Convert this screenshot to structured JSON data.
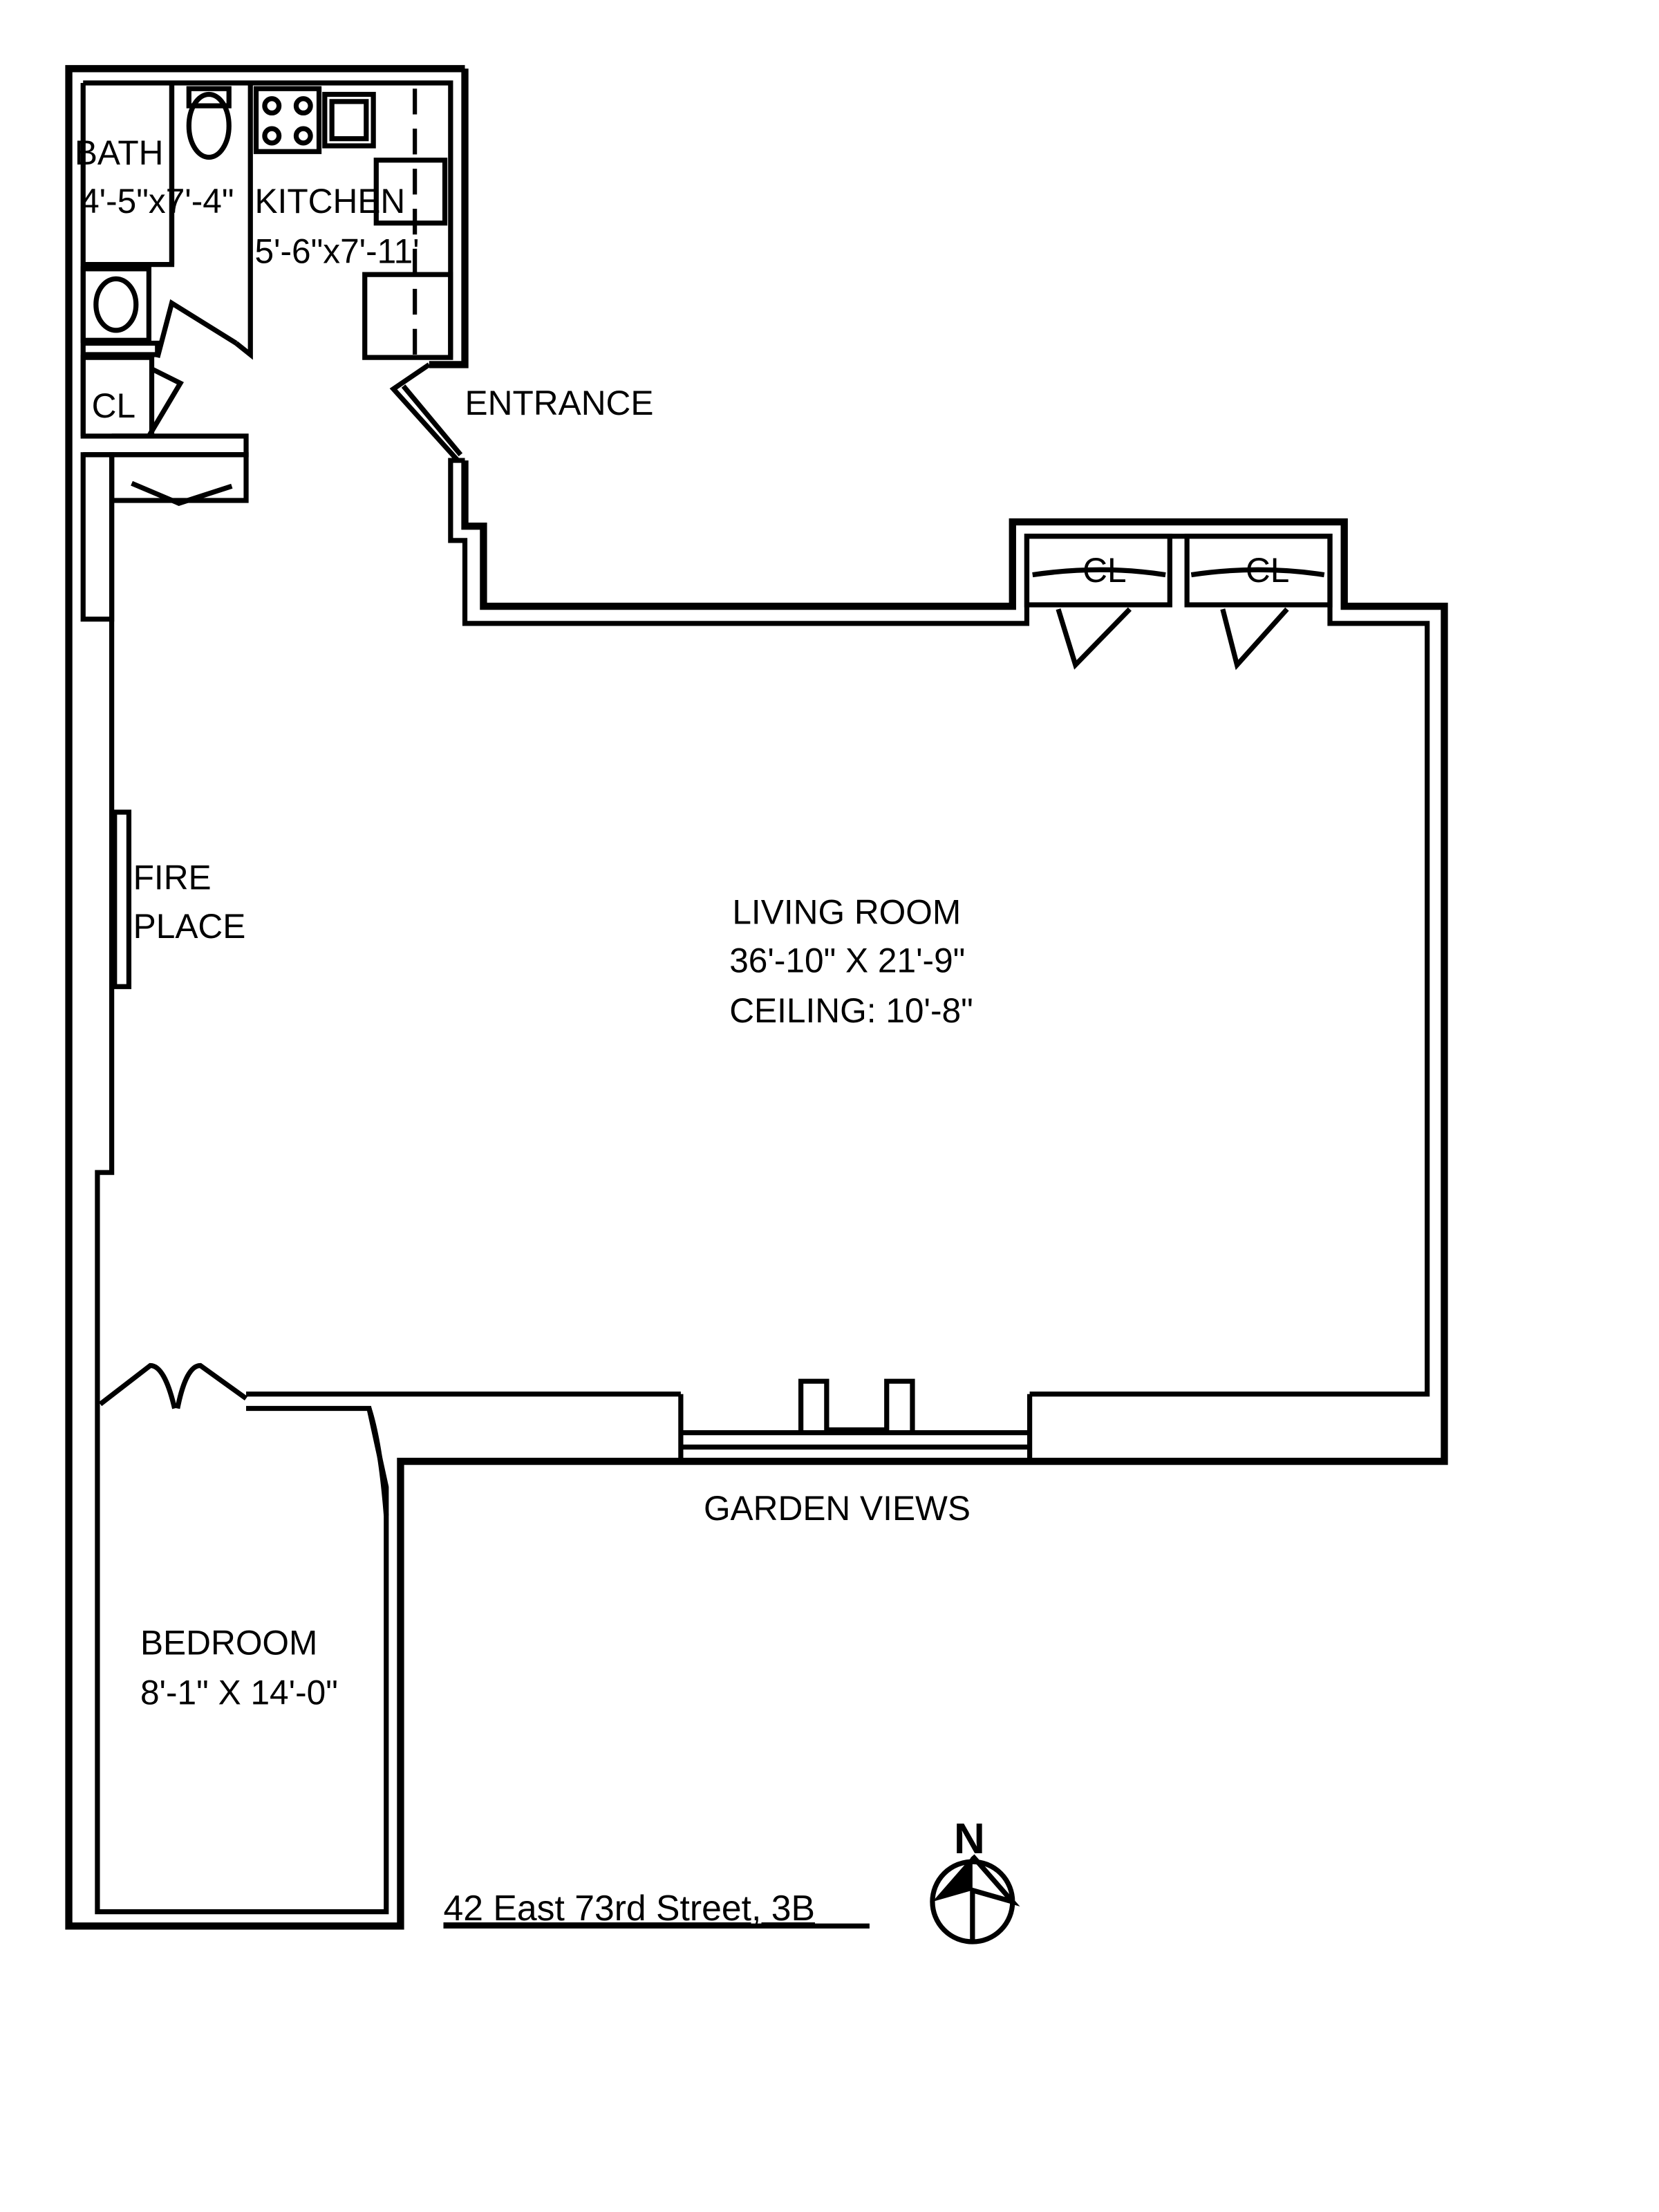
{
  "rooms": {
    "bath": {
      "name": "BATH",
      "size": "4'-5\"x7'-4\""
    },
    "kitchen": {
      "name": "KITCHEN",
      "size": "5'-6\"x7'-11'"
    },
    "living_room": {
      "name": "LIVING ROOM",
      "size": "36'-10\" X 21'-9\"",
      "ceiling": "CEILING: 10'-8\""
    },
    "bedroom": {
      "name": "BEDROOM",
      "size": "8'-1\" X 14'-0\""
    }
  },
  "closets": [
    "CL",
    "CL",
    "CL"
  ],
  "labels": {
    "entrance": "ENTRANCE",
    "fireplace_line1": "FIRE",
    "fireplace_line2": "PLACE",
    "garden_views": "GARDEN VIEWS"
  },
  "address": "42 East 73rd Street, 3B",
  "compass": {
    "label": "N",
    "icon": "north-arrow-icon"
  }
}
